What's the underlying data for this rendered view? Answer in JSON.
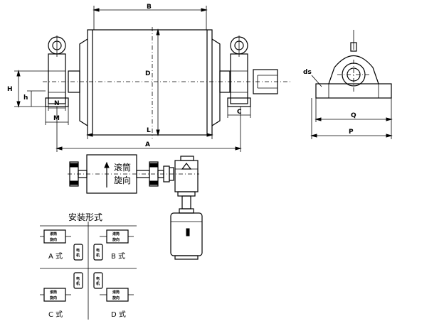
{
  "dimensions": {
    "B": "B",
    "D": "D",
    "L": "L",
    "A": "A",
    "C": "C",
    "H": "H",
    "h": "h",
    "N": "N",
    "M": "M",
    "ds": "ds",
    "Q": "Q",
    "P": "P"
  },
  "drive_label": {
    "line1": "滚筒",
    "line2": "旋向"
  },
  "install": {
    "title": "安装形式",
    "a": "A 式",
    "b": "B 式",
    "c": "C 式",
    "d": "D 式",
    "box_line1": "滚筒",
    "box_line2": "旋向",
    "motor_line1": "电",
    "motor_line2": "机"
  }
}
